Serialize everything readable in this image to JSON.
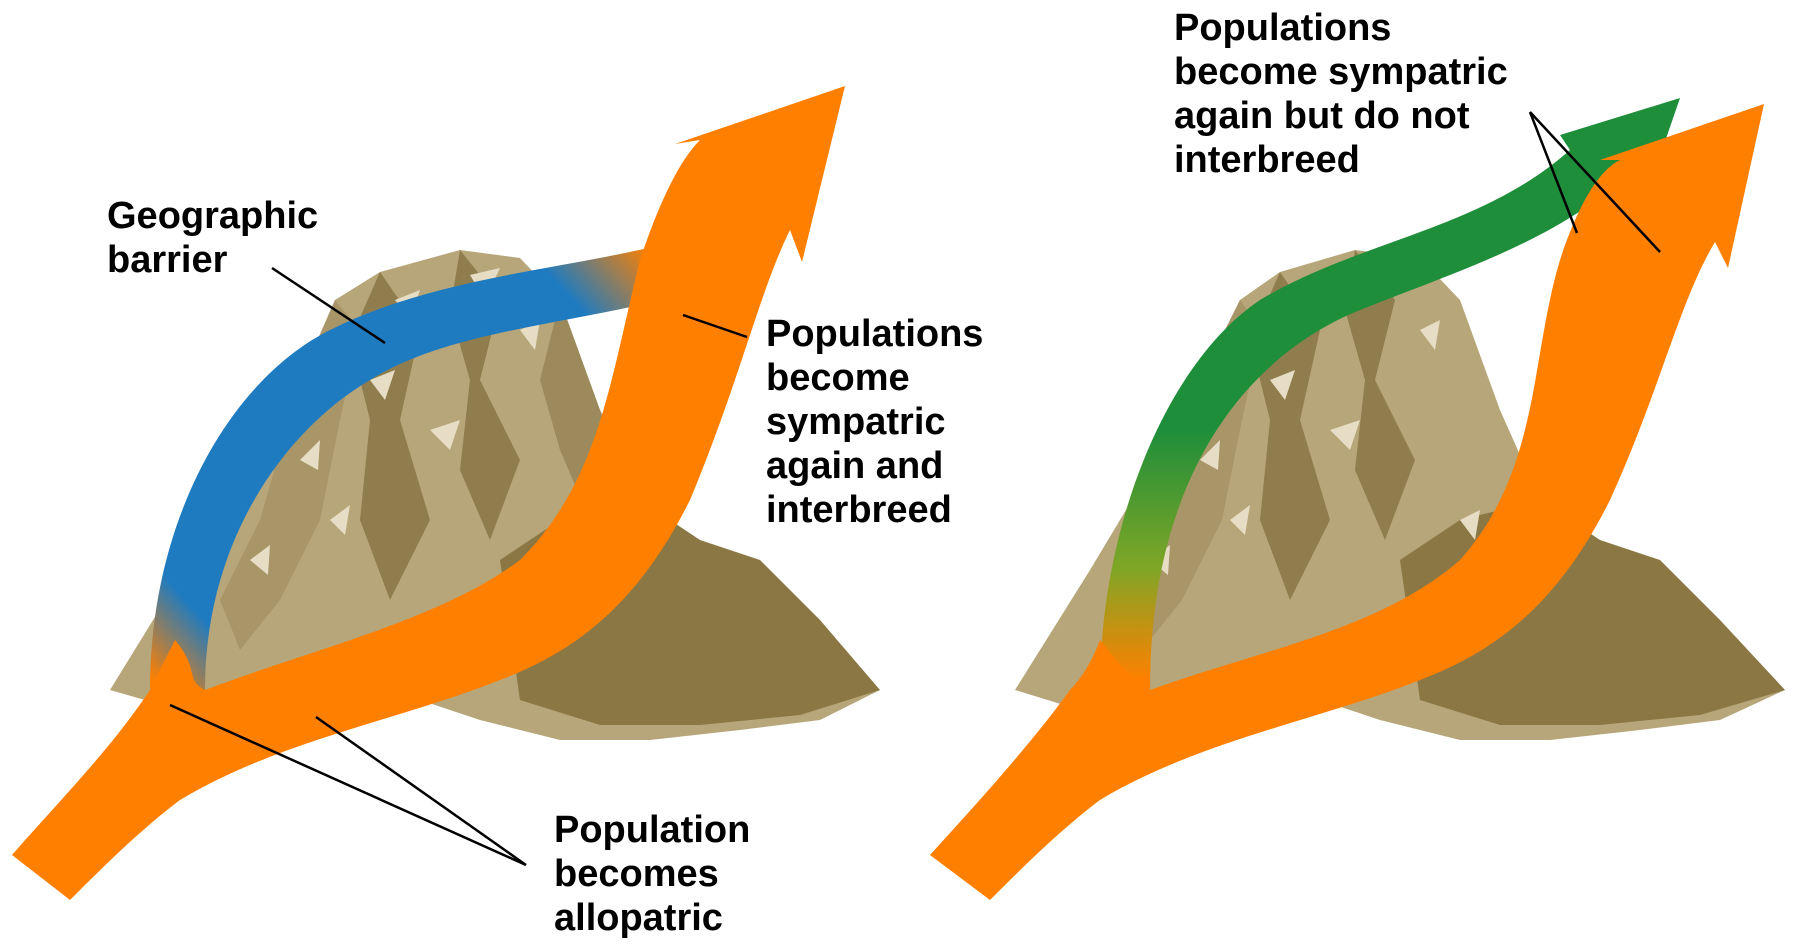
{
  "labels": {
    "geographic_barrier": "Geographic\nbarrier",
    "population_allopatric": "Population\nbecomes\nallopatric",
    "sympatric_interbreed": "Populations\nbecome\nsympatric\nagain and\ninterbreed",
    "sympatric_no_interbreed": "Populations\nbecome sympatric\nagain but do not\ninterbreed"
  },
  "colors": {
    "population_orange": "#FF8000",
    "diverged_blue": "#1F7BC0",
    "diverged_green": "#1E8E3A",
    "mountain_light": "#B7A679",
    "mountain_mid": "#9C8A5C",
    "mountain_dark": "#7D6A3A",
    "mountain_highlight": "#E6DDC4",
    "leader_line": "#000000"
  },
  "icons": {
    "barrier": "mountain-icon",
    "population_path": "arrow-icon"
  }
}
